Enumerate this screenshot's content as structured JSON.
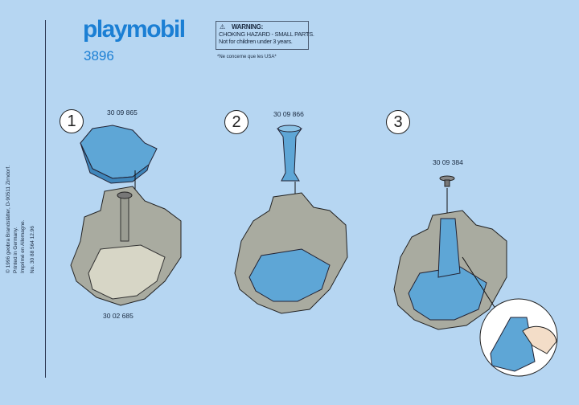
{
  "header": {
    "logo_text": "playmobil",
    "model_number": "3896"
  },
  "warning": {
    "title": "WARNING:",
    "line1": "CHOKING HAZARD - SMALL PARTS.",
    "line2": "Not for children under 3 years.",
    "note": "*Ne concerne que les USA*"
  },
  "side_info": {
    "line1": "© 1996 geobra Brandstätter, D-90511 Zirndorf.",
    "line2": "Printed in Germany.",
    "line3": "Imprimé en Allemagne.",
    "line4": "No. 30 88 564    12.96"
  },
  "steps": [
    {
      "number": "1",
      "parts": [
        "30 09 865",
        "30 02 685"
      ]
    },
    {
      "number": "2",
      "parts": [
        "30 09 866"
      ]
    },
    {
      "number": "3",
      "parts": [
        "30 09 384"
      ]
    }
  ],
  "colors": {
    "background": "#b6d6f2",
    "brand": "#1b7fd4",
    "rock": "#a9aba0",
    "water": "#5ea6d6"
  }
}
